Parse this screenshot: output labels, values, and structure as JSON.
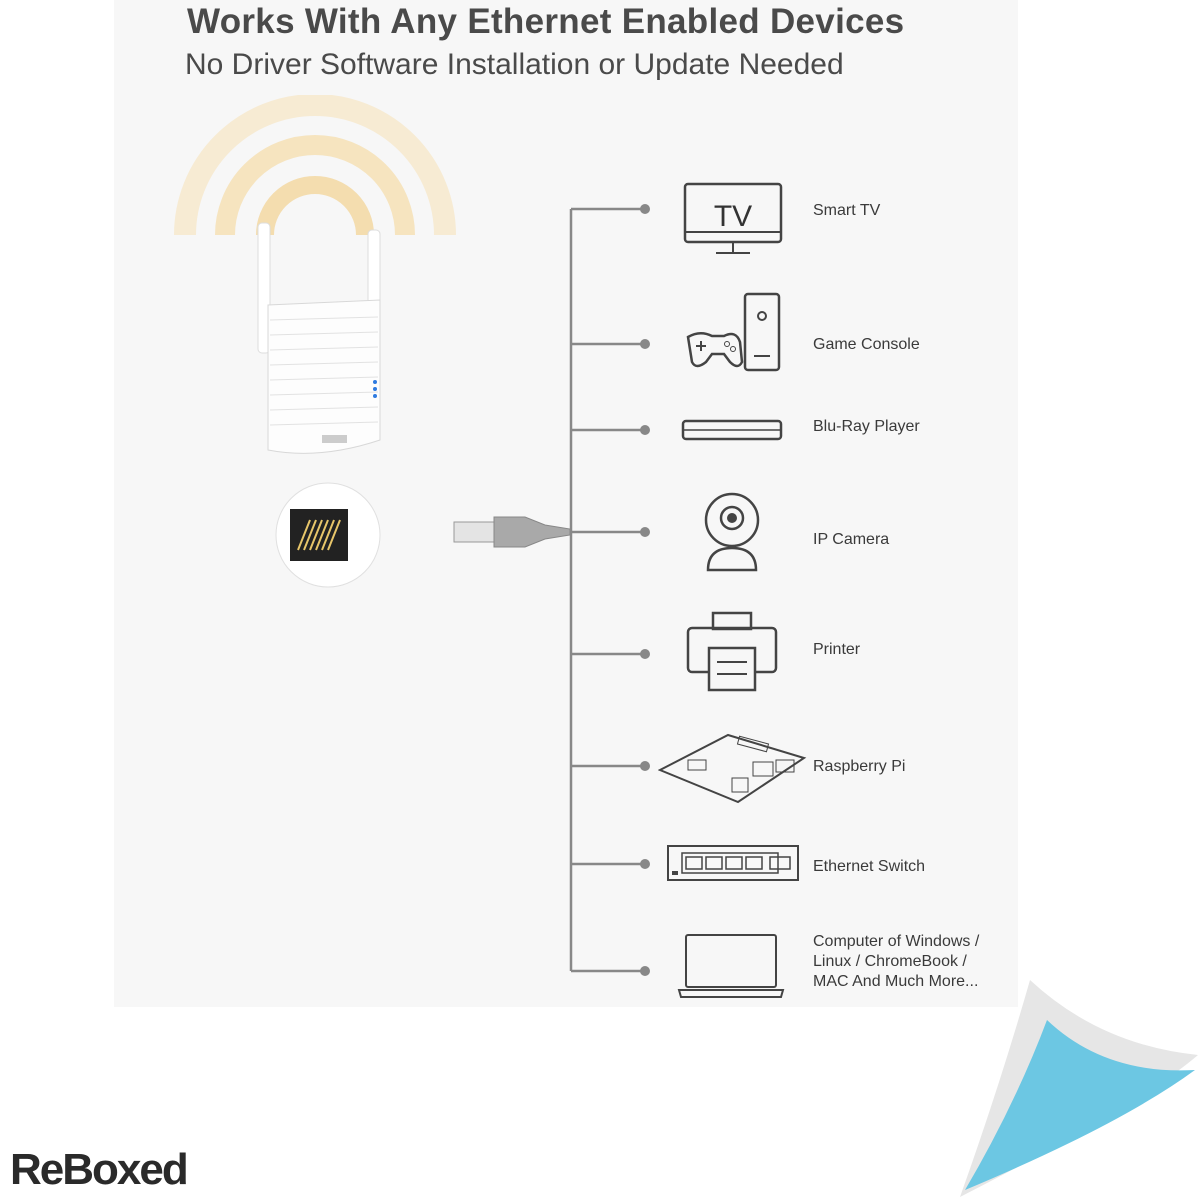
{
  "header": {
    "title": "Works With Any Ethernet Enabled Devices",
    "subtitle": "No Driver Software Installation or Update Needed"
  },
  "devices": [
    {
      "label": "Smart TV",
      "icon": "tv-icon",
      "icon_text": "TV"
    },
    {
      "label": "Game Console",
      "icon": "game-console-icon"
    },
    {
      "label": "Blu-Ray Player",
      "icon": "bluray-player-icon"
    },
    {
      "label": "IP Camera",
      "icon": "ip-camera-icon"
    },
    {
      "label": "Printer",
      "icon": "printer-icon"
    },
    {
      "label": "Raspberry Pi",
      "icon": "raspberry-pi-icon"
    },
    {
      "label": "Ethernet Switch",
      "icon": "ethernet-switch-icon"
    },
    {
      "label": "Computer of Windows / Linux / ChromeBook / MAC And Much More...",
      "label_lines": [
        "Computer of Windows /",
        "Linux / ChromeBook /",
        "MAC And Much More..."
      ],
      "icon": "laptop-icon"
    }
  ],
  "watermark": {
    "text": "ReBoxed"
  },
  "colors": {
    "panel": "#f7f7f7",
    "line": "#888888",
    "text": "#4a4a4a",
    "accent": "#6cc7e3",
    "wifi_glow": "#f5deb0",
    "led": "#2f7be0"
  }
}
